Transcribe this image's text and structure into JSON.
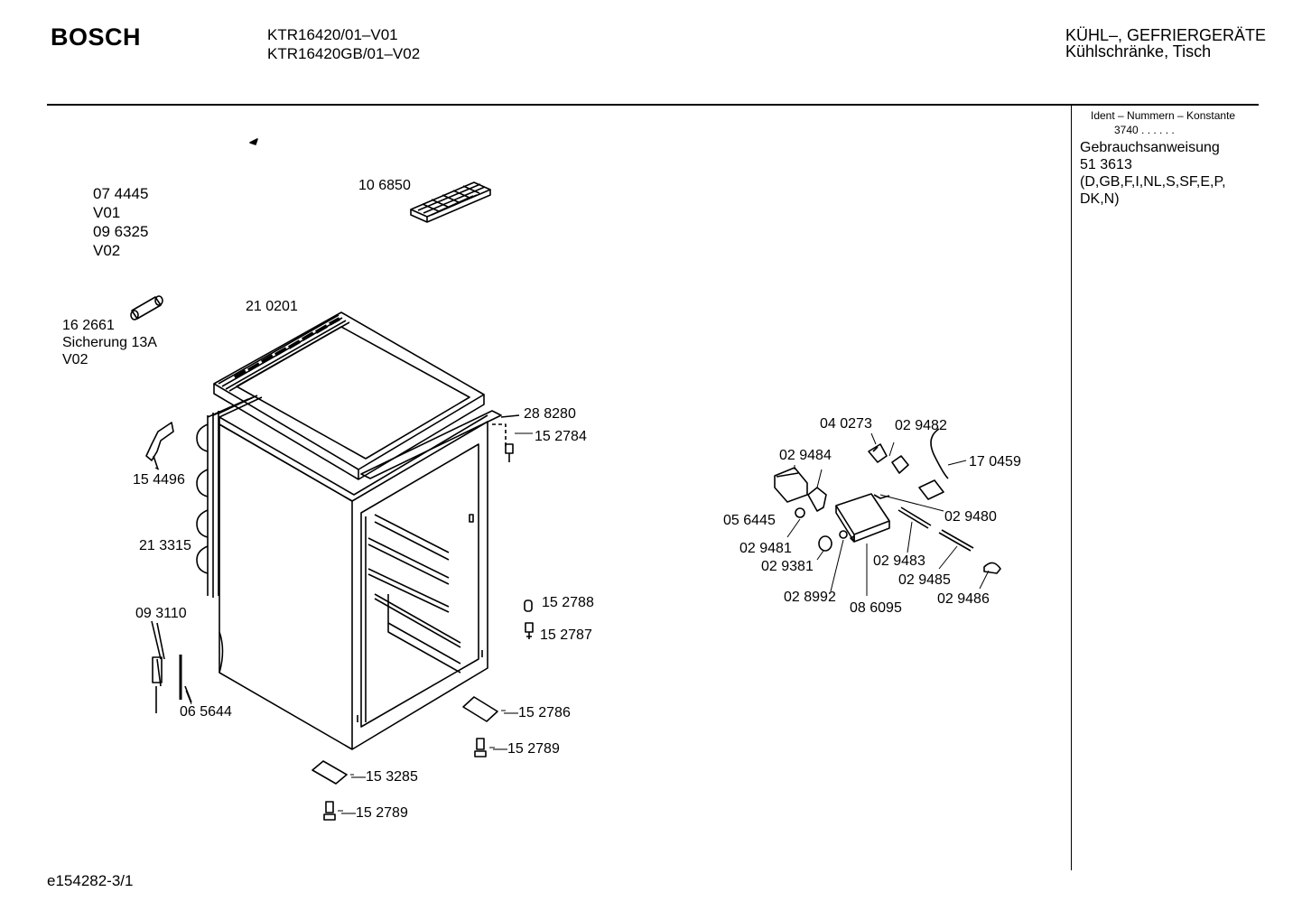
{
  "header": {
    "brand": "BOSCH",
    "models": [
      "KTR16420/01–V01",
      "KTR16420GB/01–V02"
    ],
    "category": "KÜHL–, GEFRIERGERÄTE",
    "subcategory": "Kühlschränke, Tisch"
  },
  "sidebar": {
    "ident_label": "Ident – Nummern – Konstante",
    "ident_value": "3740 . .   . . . .",
    "manual_label": "Gebrauchsanweisung",
    "manual_number": "51 3613",
    "languages_line1": "(D,GB,F,I,NL,S,SF,E,P,",
    "languages_line2": "DK,N)"
  },
  "variants": {
    "part1": "07 4445",
    "var1": "V01",
    "part2": "09 6325",
    "var2": "V02"
  },
  "fuse": {
    "part": "16 2661",
    "desc": "Sicherung 13A",
    "variant": "V02"
  },
  "parts": {
    "p106850": "10 6850",
    "p210201": "21 0201",
    "p288280": "28 8280",
    "p152784": "15 2784",
    "p154496": "15 4496",
    "p213315": "21 3315",
    "p093110": "09 3110",
    "p065644": "06 5644",
    "p152788": "15 2788",
    "p152787": "15 2787",
    "p152786": "—15 2786",
    "p152789a": "—15 2789",
    "p153285": "—15 3285",
    "p152789b": "—15 2789",
    "p040273": "04 0273",
    "p029482": "02 9482",
    "p029484": "02 9484",
    "p170459": "17 0459",
    "p056445": "05 6445",
    "p029480": "02 9480",
    "p029481": "02 9481",
    "p029381": "02 9381",
    "p029483": "02 9483",
    "p029485": "02 9485",
    "p028992": "02 8992",
    "p086095": "08 6095",
    "p029486": "02 9486"
  },
  "footer": {
    "drawing_id": "e154282-3/1"
  }
}
